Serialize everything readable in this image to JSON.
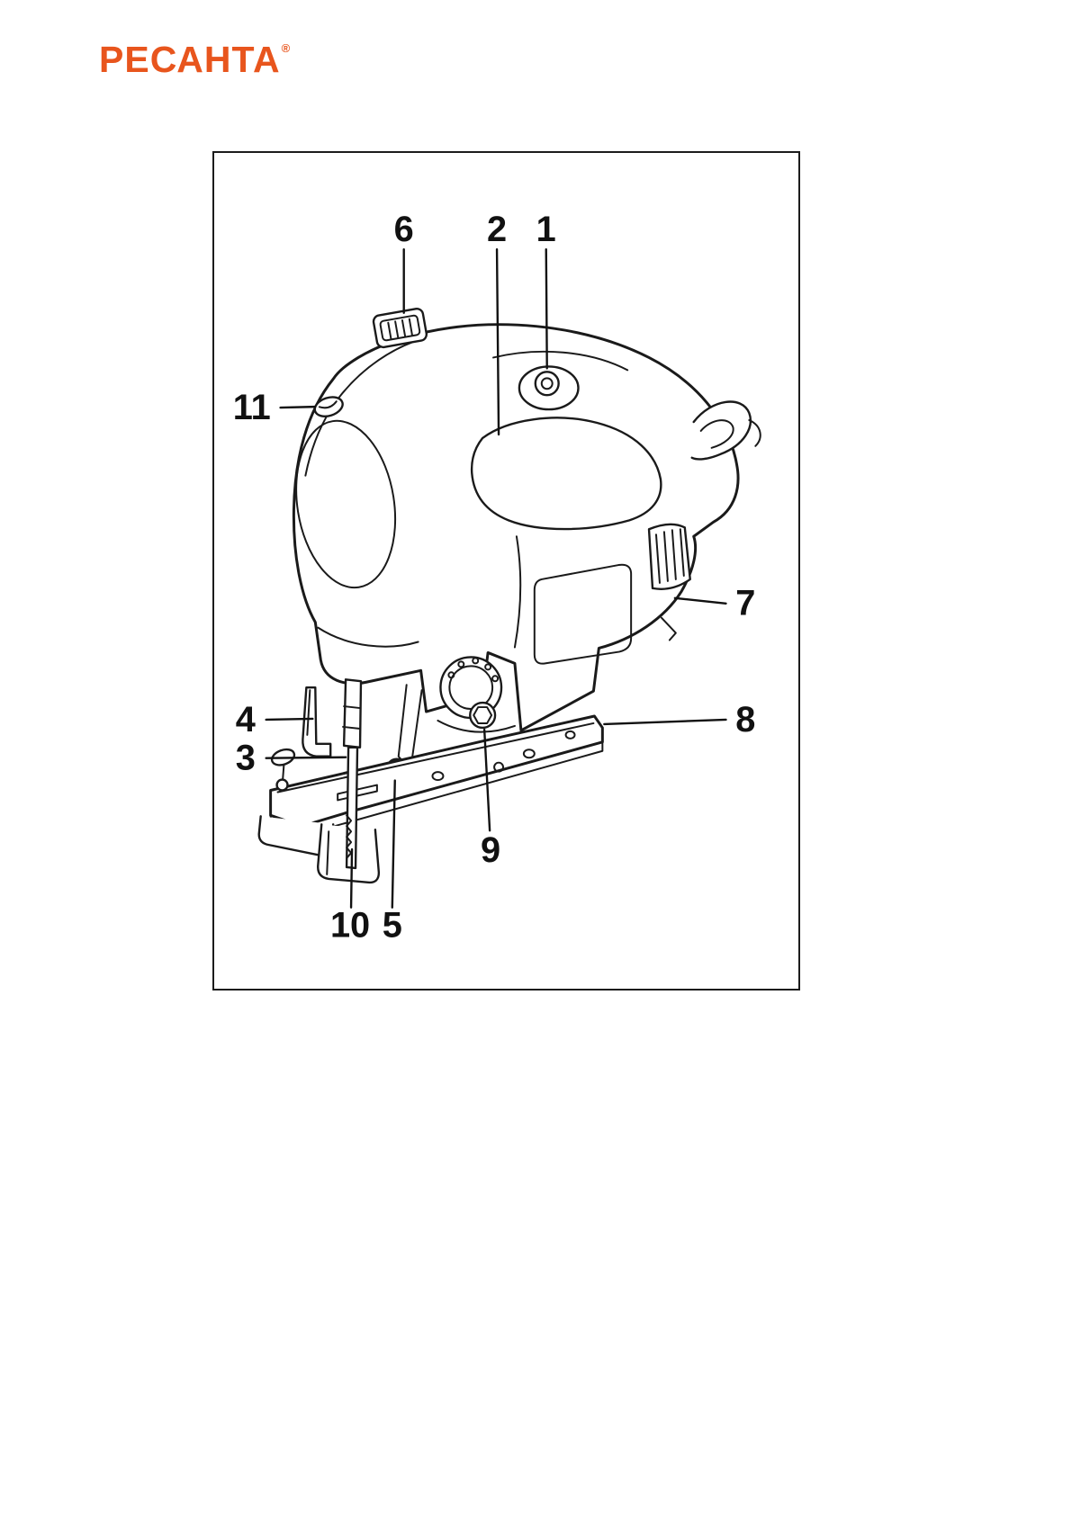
{
  "brand": {
    "name": "РЕСАНТА",
    "registered_mark": "®",
    "accent_color": "#e8551d"
  },
  "figure": {
    "callouts": {
      "n1": "1",
      "n2": "2",
      "n3": "3",
      "n4": "4",
      "n5": "5",
      "n6": "6",
      "n7": "7",
      "n8": "8",
      "n9": "9",
      "n10": "10",
      "n11": "11"
    }
  }
}
